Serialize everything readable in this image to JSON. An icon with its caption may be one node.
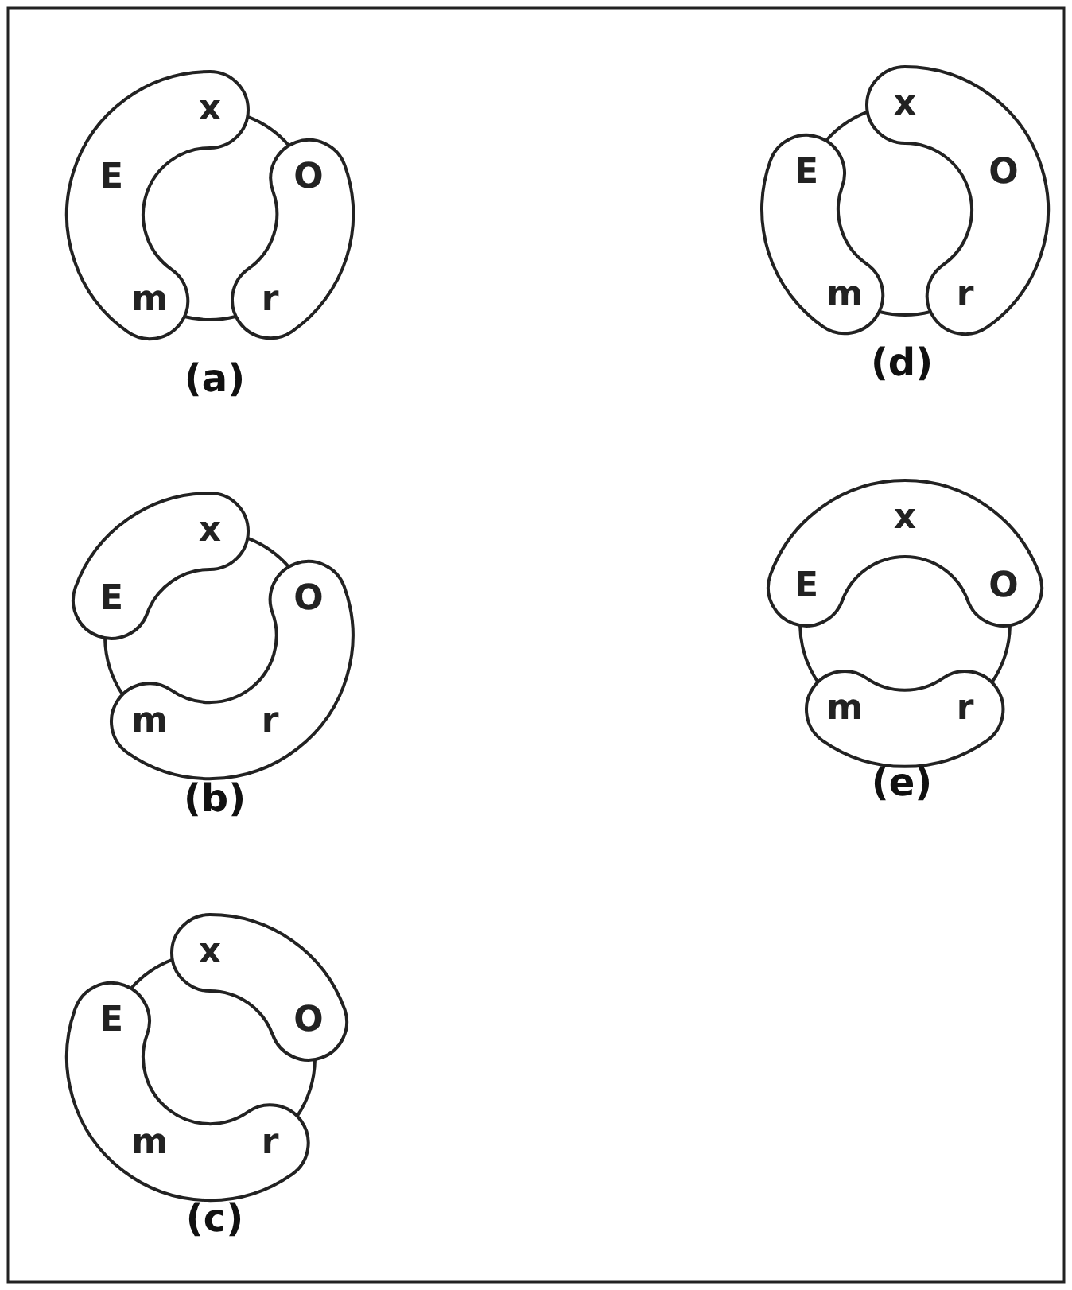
{
  "diagram": {
    "nodes": [
      {
        "text": [
          "x",
          "E",
          "m"
        ]
      },
      {
        "text": [
          "O",
          "r"
        ]
      },
      {
        "text": [
          "x",
          "O",
          "r"
        ]
      },
      {
        "text": [
          "E",
          "m"
        ]
      },
      {
        "text": [
          "x",
          "E"
        ]
      },
      {
        "text": [
          "O",
          "m",
          "r"
        ]
      },
      {
        "text": [
          "x",
          "E",
          "O"
        ]
      },
      {
        "text": [
          "m",
          "r"
        ]
      },
      {
        "text": [
          "x",
          "O"
        ]
      },
      {
        "text": [
          "E",
          "m",
          "r"
        ]
      }
    ],
    "edges": [
      {
        "from": 0,
        "to": 1,
        "arrow": "none"
      },
      {
        "from": 0,
        "to": 1,
        "arrow": "none"
      },
      {
        "from": 2,
        "to": 3,
        "arrow": "none"
      },
      {
        "from": 3,
        "to": 2,
        "arrow": "none"
      },
      {
        "from": 4,
        "to": 5,
        "arrow": "none"
      },
      {
        "from": 4,
        "to": 5,
        "arrow": "none"
      },
      {
        "from": 6,
        "to": 7,
        "arrow": "none"
      },
      {
        "from": 6,
        "to": 7,
        "arrow": "none"
      },
      {
        "from": 8,
        "to": 9,
        "arrow": "none"
      },
      {
        "from": 8,
        "to": 9,
        "arrow": "none"
      }
    ],
    "labels": [
      "(a)",
      "(d)",
      "(b)",
      "(e)",
      "(c)"
    ]
  }
}
